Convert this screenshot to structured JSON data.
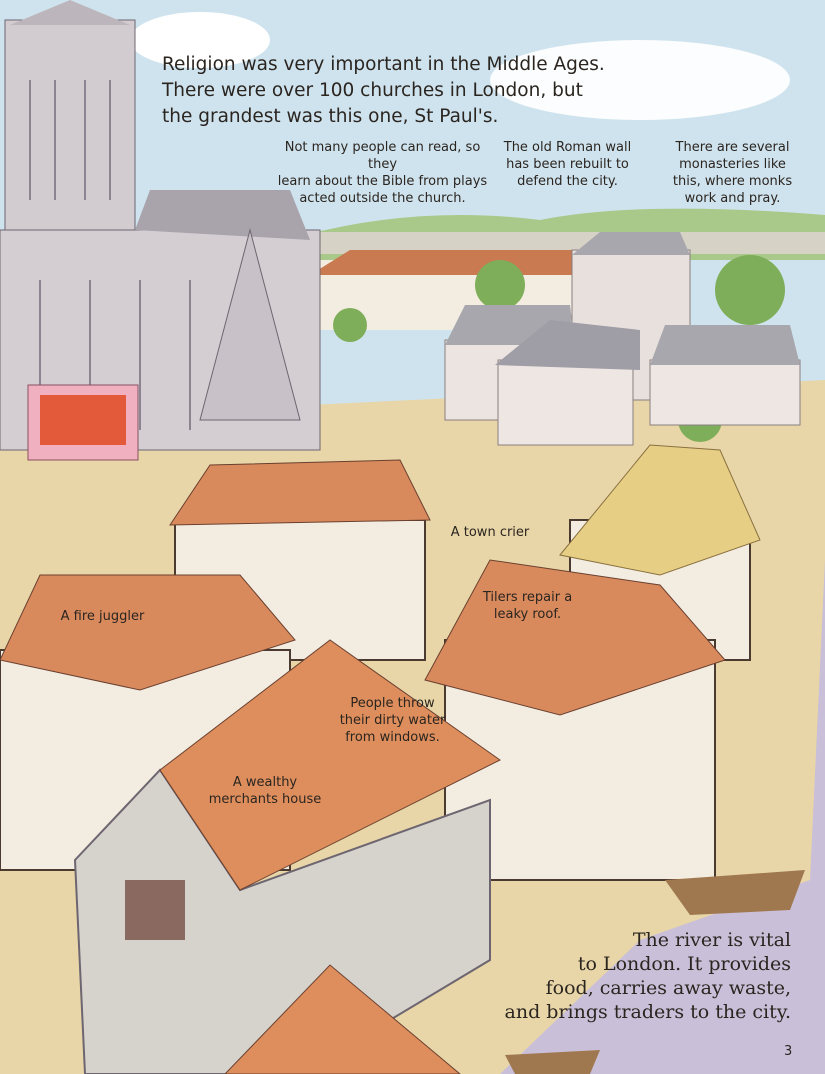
{
  "intro": [
    "Religion was very important in the Middle Ages.",
    "There were over 100 churches in London, but",
    "the grandest was this one, St Paul's."
  ],
  "captions": {
    "plays": [
      "Not many people can read, so they",
      "learn about the Bible from plays",
      "acted outside the church."
    ],
    "wall": [
      "The old Roman wall",
      "has been rebuilt to",
      "defend the city."
    ],
    "monasteries": [
      "There are several",
      "monasteries like",
      "this, where monks",
      "work and pray."
    ],
    "town_crier": [
      "A town crier"
    ],
    "fire_juggler": [
      "A fire juggler"
    ],
    "tilers": [
      "Tilers repair a",
      "leaky roof."
    ],
    "dirty_water": [
      "People throw",
      "their dirty water",
      "from windows."
    ],
    "merchant": [
      "A wealthy",
      "merchants house"
    ]
  },
  "river_text": [
    "The river is vital",
    "to London. It provides",
    "food, carries away waste,",
    "and brings traders to the city."
  ],
  "page_number": "3",
  "colors": {
    "sky": "#cfe3ee",
    "roof": "#d98a5c",
    "stone": "#d8d3d4",
    "plaster": "#f3ece0",
    "ground": "#e8d6a8",
    "river": "#c9bfd8",
    "hills": "#a9c98a"
  }
}
